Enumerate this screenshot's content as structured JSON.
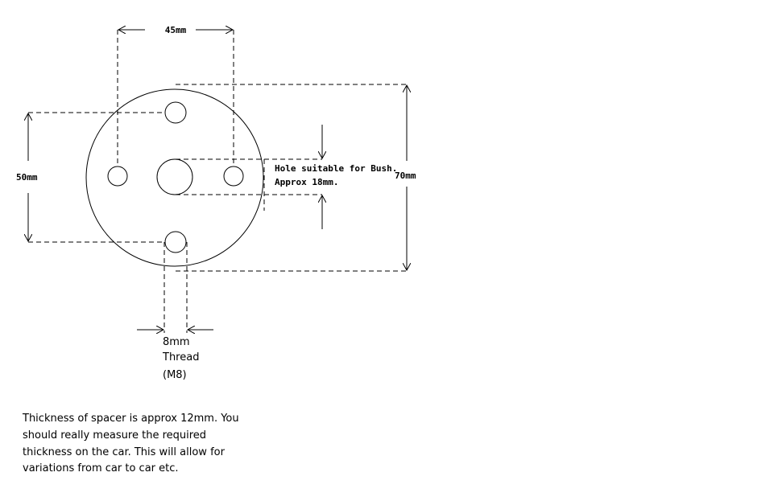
{
  "labels": {
    "bolt_spacing_horizontal": "45mm",
    "bolt_spacing_vertical": "50mm",
    "outer_diameter": "70mm",
    "center_hole_line1": "Hole suitable for Bush.",
    "center_hole_line2": "Approx 18mm.",
    "thread_line1": "8mm",
    "thread_line2": "Thread",
    "thread_line3": "(M8)"
  },
  "note": {
    "line1": "Thickness of spacer is approx 12mm. You",
    "line2": "should really measure the required",
    "line3": "thickness on the car. This will allow for",
    "line4": "variations from car to car etc."
  }
}
